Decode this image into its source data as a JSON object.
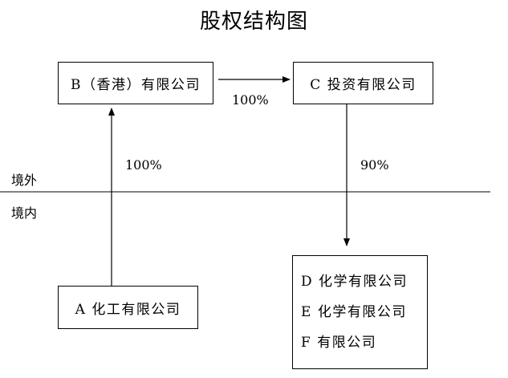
{
  "title": "股权结构图",
  "entities": {
    "b": "B（香港）有限公司",
    "c": "C 投资有限公司",
    "a": "A 化工有限公司",
    "d": "D 化学有限公司",
    "e": "E 化学有限公司",
    "f": "F 有限公司"
  },
  "ownership": {
    "b_to_c": "100%",
    "a_to_b": "100%",
    "c_to_def": "90%"
  },
  "regions": {
    "offshore": "境外",
    "onshore": "境内"
  }
}
